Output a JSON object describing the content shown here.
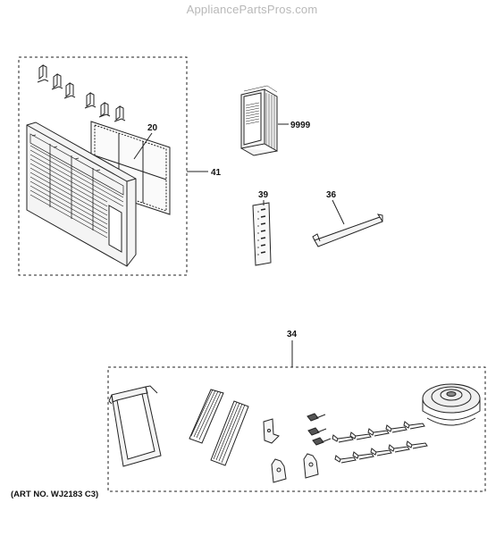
{
  "watermark": "AppliancePartsPros.com",
  "art_number": "(ART NO. WJ2183 C3)",
  "callouts": {
    "filter": "20",
    "grille_assembly": "41",
    "manual": "9999",
    "remote": "39",
    "seal_strip": "36",
    "install_kit": "34"
  },
  "colors": {
    "line": "#222222",
    "fill": "#f4f4f4",
    "dark": "#6a6a6a"
  }
}
